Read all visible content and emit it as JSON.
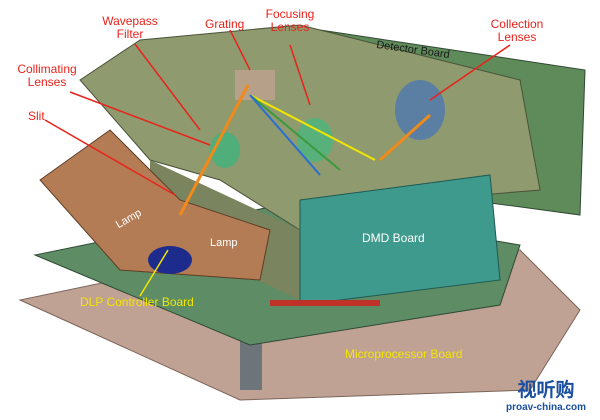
{
  "labels": {
    "wavepass_filter": "Wavepass\nFilter",
    "grating": "Grating",
    "focusing_lenses": "Focusing\nLenses",
    "collection_lenses": "Collection\nLenses",
    "collimating_lenses": "Collimating\nLenses",
    "slit": "Slit",
    "detector_board": "Detector Board",
    "dmd_board": "DMD Board",
    "lamp_left": "Lamp",
    "lamp_right": "Lamp",
    "dlp_controller_board": "DLP Controller Board",
    "microprocessor_board": "Microprocessor Board"
  },
  "watermark": {
    "name": "视听购",
    "url": "proav-china.com"
  },
  "colors": {
    "label_red": "#e8231b",
    "label_yellow": "#f2e600",
    "housing": "#8f9a6f",
    "board_green": "#5e8c64",
    "dmd_board": "#3f9a8e",
    "base": "#c0a294"
  }
}
